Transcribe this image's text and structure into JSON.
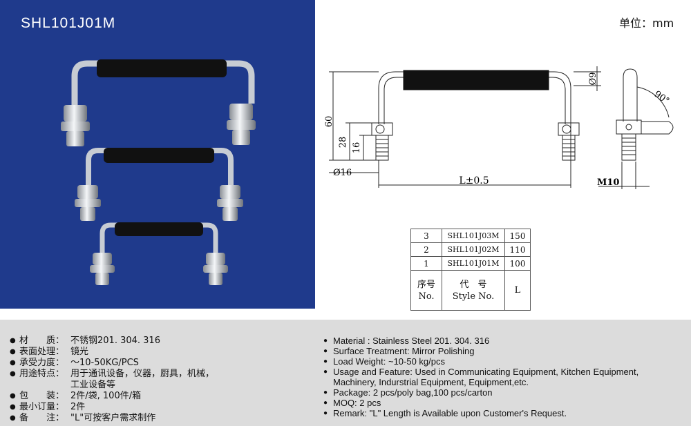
{
  "photo": {
    "model": "SHL101J01M"
  },
  "unit_label": "单位：mm",
  "drawing": {
    "dim_60": "60",
    "dim_28": "28",
    "dim_16": "16",
    "dim_d16": "Ø16",
    "dim_L": "L±0.5",
    "dim_d9": "Ø9",
    "dim_angle": "90°",
    "dim_m10": "M10"
  },
  "table": {
    "rows": [
      {
        "no": "3",
        "code": "SHL101J03M",
        "L": "150"
      },
      {
        "no": "2",
        "code": "SHL101J02M",
        "L": "110"
      },
      {
        "no": "1",
        "code": "SHL101J01M",
        "L": "100"
      }
    ],
    "header": {
      "no_cn": "序号",
      "no_en": "No.",
      "code_cn": "代　号",
      "code_en": "Style No.",
      "L": "L"
    }
  },
  "specs_cn": [
    {
      "label": "材　　质：",
      "value": "不锈钢201. 304. 316"
    },
    {
      "label": "表面处理：",
      "value": "镜光"
    },
    {
      "label": "承受力度：",
      "value": "～10-50KG/PCS"
    },
    {
      "label": "用途特点：",
      "value": "用于通讯设备，仪器，厨具，机械，",
      "cont": "工业设备等"
    },
    {
      "label": "包　　装：",
      "value": "2件/袋, 100件/箱"
    },
    {
      "label": "最小订量：",
      "value": "2件"
    },
    {
      "label": "备　　注：",
      "value": "\"L\"可按客户需求制作"
    }
  ],
  "specs_en": [
    {
      "text": "Material : Stainless Steel 201. 304. 316"
    },
    {
      "text": "Surface Treatment: Mirror Polishing"
    },
    {
      "text": "Load Weight: ~10-50 kg/pcs"
    },
    {
      "text": "Usage and Feature: Used in Communicating Equipment, Kitchen Equipment,",
      "cont": "Machinery, Indurstrial Equipment, Equipment,etc."
    },
    {
      "text": "Package: 2 pcs/poly bag,100 pcs/carton"
    },
    {
      "text": "MOQ: 2 pcs"
    },
    {
      "text": "Remark: \"L\" Length is Available upon Customer's Request."
    }
  ],
  "colors": {
    "panel_blue": "#1f3a8c",
    "info_gray": "#dcdcdc",
    "grip_black": "#111111",
    "chrome": "#c8ccd2"
  }
}
